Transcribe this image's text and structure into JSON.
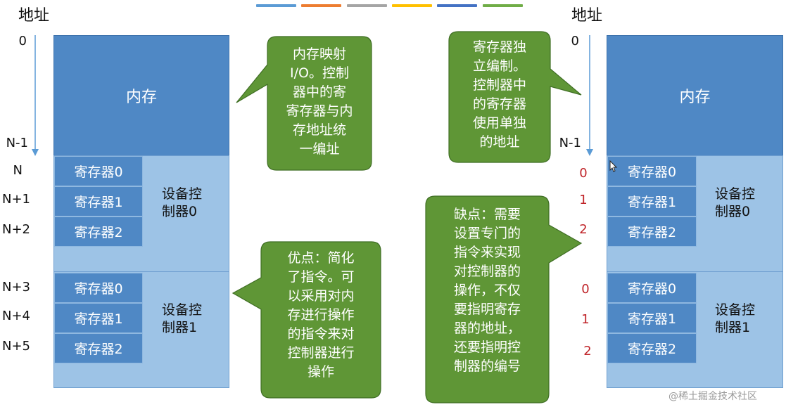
{
  "left": {
    "title": "地址",
    "addresses": {
      "zero": "0",
      "n_minus_1": "N-1",
      "n": "N",
      "n1": "N+1",
      "n2": "N+2",
      "n3": "N+3",
      "n4": "N+4",
      "n5": "N+5"
    },
    "memory_label": "内存",
    "device0": {
      "regs": [
        "寄存器0",
        "寄存器1",
        "寄存器2"
      ],
      "label_line1": "设备控",
      "label_line2": "制器0"
    },
    "device1": {
      "regs": [
        "寄存器0",
        "寄存器1",
        "寄存器2"
      ],
      "label_line1": "设备控",
      "label_line2": "制器1"
    }
  },
  "right": {
    "title": "地址",
    "addresses": {
      "zero": "0",
      "n_minus_1": "N-1"
    },
    "reg_numbers_dev0": [
      "0",
      "1",
      "2"
    ],
    "reg_numbers_dev1": [
      "0",
      "1",
      "2"
    ],
    "memory_label": "内存",
    "device0": {
      "regs": [
        "寄存器0",
        "寄存器1",
        "寄存器2"
      ],
      "label_line1": "设备控",
      "label_line2": "制器0"
    },
    "device1": {
      "regs": [
        "寄存器0",
        "寄存器1",
        "寄存器2"
      ],
      "label_line1": "设备控",
      "label_line2": "制器1"
    }
  },
  "bubbles": {
    "memory_mapped": [
      "内存映射",
      "I/O。控制",
      "器中的寄",
      "寄存器与内",
      "存地址统",
      "一编址"
    ],
    "advantage": [
      "优点：简化",
      "了指令。可",
      "以采用对内",
      "存进行操作",
      "的指令来对",
      "控制器进行",
      "操作"
    ],
    "independent": [
      "寄存器独",
      "立编制。",
      "控制器中",
      "的寄存器",
      "使用单独",
      "的地址"
    ],
    "disadvantage": [
      "缺点：需要",
      "设置专门的",
      "指令来实现",
      "对控制器的",
      "操作，不仅",
      "要指明寄存",
      "器的地址，",
      "还要指明控",
      "制器的编号"
    ]
  },
  "legend_colors": [
    "#5b9bd5",
    "#ed7d31",
    "#a5a5a5",
    "#ffc000",
    "#4472c4",
    "#70ad47"
  ],
  "colors": {
    "memory": "#4f88c5",
    "device_bg": "#9dc3e6",
    "bubble": "#5f9636",
    "bubble_border": "#3f6e24",
    "red_number": "#c0252a",
    "arrow": "#5b9bd5"
  },
  "watermark": "@稀土掘金技术社区"
}
